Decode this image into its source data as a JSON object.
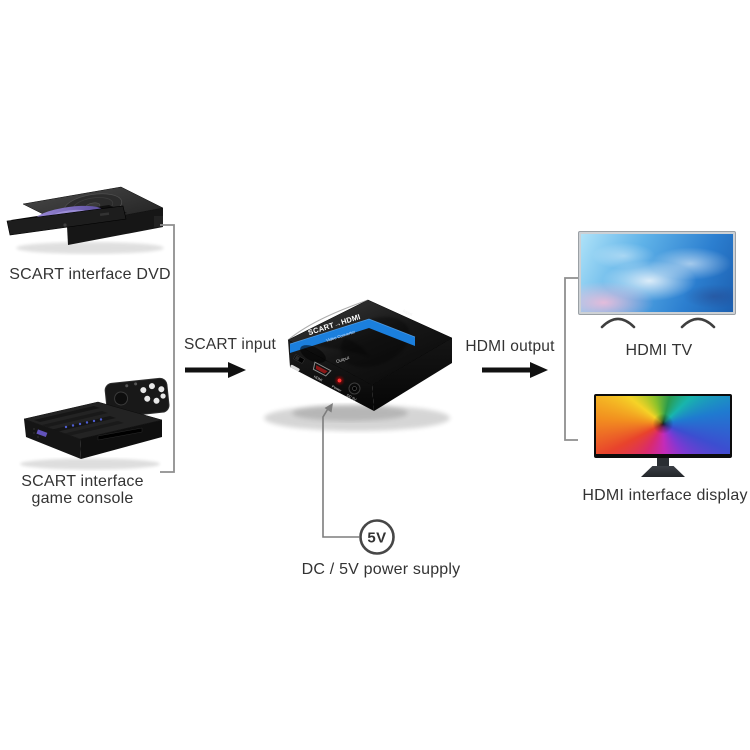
{
  "page": {
    "background": "#ffffff",
    "text_color": "#333333"
  },
  "colors": {
    "accent_stripe": "#1b7fdd",
    "connector_line": "#8f8f8f",
    "arrow": "#111111",
    "led_red": "#ff3030",
    "tv_screen_blue": "#2c7fd0"
  },
  "left_column": {
    "dvd_label": "SCART interface DVD",
    "console_label_line1": "SCART interface",
    "console_label_line2": "game console"
  },
  "flow": {
    "input_label": "SCART input",
    "output_label": "HDMI output",
    "power_badge": "5V",
    "power_label": "DC / 5V power supply"
  },
  "converter": {
    "brand": "SCART→HDMI",
    "subtitle": "Video Converter",
    "top_label_output": "Output",
    "top_label_input": "Input",
    "port_hdmi": "HDMI",
    "port_power": "Power",
    "port_dc": "DC 5V"
  },
  "right_column": {
    "tv_label": "HDMI TV",
    "monitor_label": "HDMI interface display"
  }
}
